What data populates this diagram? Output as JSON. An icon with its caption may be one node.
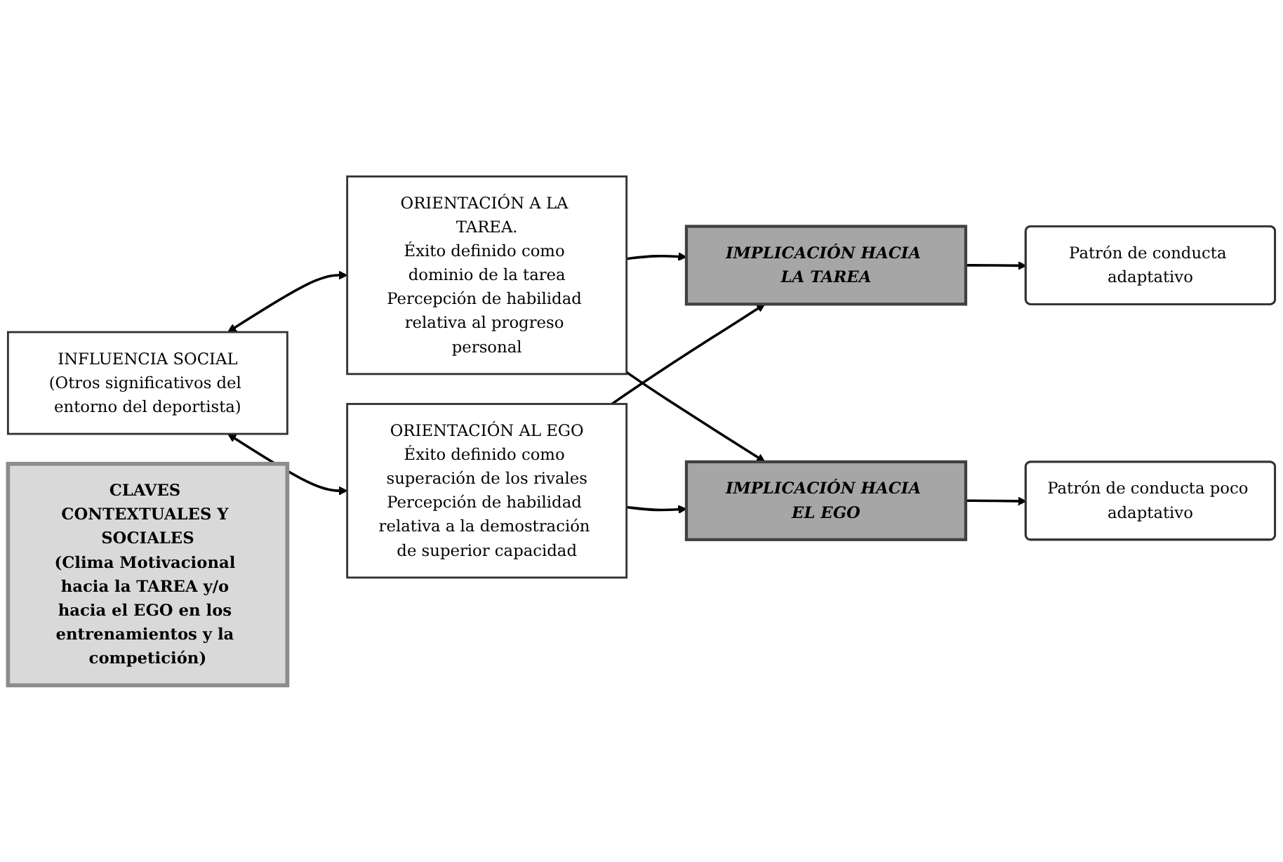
{
  "diagram": {
    "nodes": [
      {
        "text": [
          "INFLUENCIA SOCIAL",
          "(Otros significativos del entorno del deportista)"
        ]
      },
      {
        "text": [
          "ORIENTACIÓN A LA TAREA.",
          "Éxito definido como dominio de la tarea",
          "Percepción de habilidad relativa al progreso personal"
        ]
      },
      {
        "text": [
          "ORIENTACIÓN AL EGO",
          "Éxito definido como superación de los rivales",
          "Percepción de habilidad relativa a la demostración de superior capacidad"
        ]
      },
      {
        "text": [
          "CLAVES CONTEXTUALES Y SOCIALES",
          "(Clima Motivacional hacia la TAREA y/o hacia el EGO en los entrenamientos y la competición)"
        ]
      },
      {
        "text": [
          "IMPLICACIÓN HACIA LA TAREA"
        ]
      },
      {
        "text": [
          "Patrón de conducta adaptativo"
        ]
      },
      {
        "text": [
          "Patrón de conducta poco adaptativo"
        ]
      },
      {
        "text": [
          "IMPLICACIÓN HACIA EL EGO"
        ]
      }
    ],
    "edges": [
      {
        "from": 0,
        "to": 1,
        "arrow": "both"
      },
      {
        "from": 0,
        "to": 2,
        "arrow": "both"
      },
      {
        "from": 1,
        "to": 4,
        "arrow": "to"
      },
      {
        "from": 1,
        "to": 7,
        "arrow": "to"
      },
      {
        "from": 2,
        "to": 4,
        "arrow": "to"
      },
      {
        "from": 2,
        "to": 7,
        "arrow": "to"
      },
      {
        "from": 4,
        "to": 5,
        "arrow": "to"
      },
      {
        "from": 7,
        "to": 6,
        "arrow": "to"
      }
    ]
  }
}
